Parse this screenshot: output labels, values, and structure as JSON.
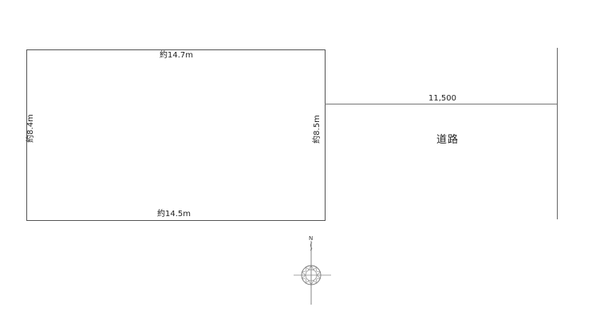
{
  "diagram": {
    "type": "land-survey-plot",
    "lot": {
      "top_side": "約14.7m",
      "bottom_side": "約14.5m",
      "left_side": "約8.4m",
      "right_side": "約8.5m"
    },
    "road": {
      "width_dimension": "11,500",
      "label": "道路"
    },
    "compass": {
      "north_label": "N"
    },
    "colors": {
      "line": "#555555",
      "text": "#222222",
      "background": "#ffffff"
    }
  }
}
